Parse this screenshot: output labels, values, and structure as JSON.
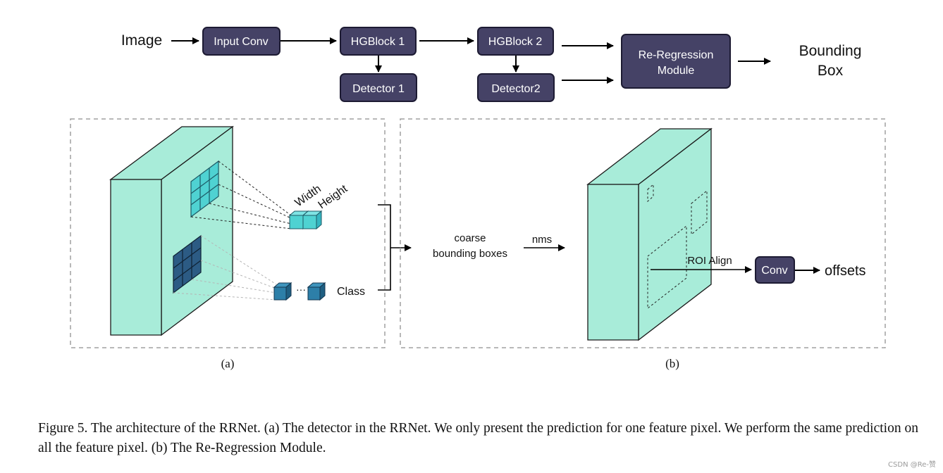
{
  "flow": {
    "image_label": "Image",
    "input_conv": "Input Conv",
    "hgblock1": "HGBlock 1",
    "hgblock2": "HGBlock 2",
    "detector1": "Detector 1",
    "detector2": "Detector2",
    "reregression_line1": "Re-Regression",
    "reregression_line2": "Module",
    "output_line1": "Bounding",
    "output_line2": "Box"
  },
  "panel_a": {
    "label": "(a)",
    "width_label": "Width",
    "height_label": "Height",
    "class_label": "Class",
    "ellipsis": "···"
  },
  "middle": {
    "coarse_line1": "coarse",
    "coarse_line2": "bounding boxes",
    "nms_label": "nms"
  },
  "panel_b": {
    "label": "(b)",
    "roi_label": "ROI Align",
    "conv_label": "Conv",
    "offsets_label": "offsets"
  },
  "caption": "Figure 5. The architecture of the RRNet. (a) The detector in the RRNet. We only present the prediction for one feature pixel. We perform the same prediction on all the feature pixel. (b) The Re-Regression Module.",
  "watermark": "CSDN @Re-赞",
  "colors": {
    "box_fill": "#454266",
    "box_stroke": "#1d1b33",
    "feature_fill": "#a8ecd9",
    "cube_light": "#4fd2d2",
    "cube_dark": "#2d7fa8",
    "grid_dark": "#2c5b84"
  }
}
